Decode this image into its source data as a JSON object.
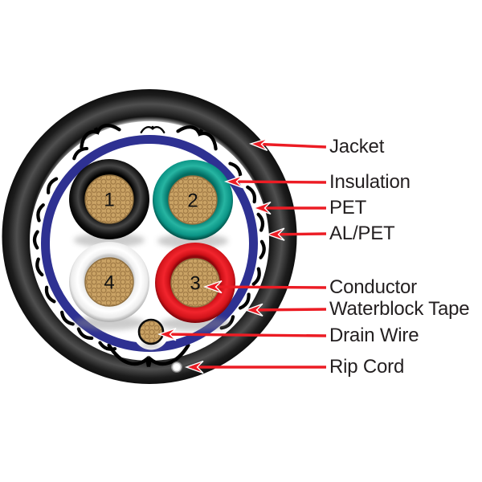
{
  "diagram": {
    "callout_color": "#ec1c24",
    "shield_color": "#2e3192",
    "jacket_color": "#1a1a1a",
    "conductor_core_color": "#c9a262",
    "conductors": [
      {
        "number": "1",
        "insulation_hex": "#1a1a1a"
      },
      {
        "number": "2",
        "insulation_hex": "#12a392"
      },
      {
        "number": "3",
        "insulation_hex": "#e8141c"
      },
      {
        "number": "4",
        "insulation_hex": "#ffffff"
      }
    ],
    "labels": {
      "jacket": "Jacket",
      "insulation": "Insulation",
      "pet": "PET",
      "al_pet": "AL/PET",
      "conductor": "Conductor",
      "waterblock_tape": "Waterblock Tape",
      "drain_wire": "Drain Wire",
      "rip_cord": "Rip Cord"
    }
  }
}
